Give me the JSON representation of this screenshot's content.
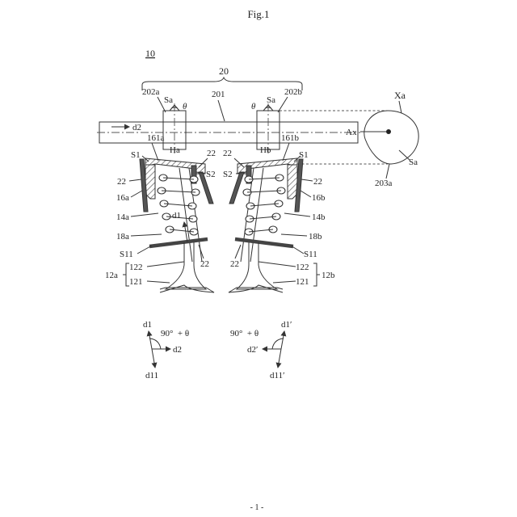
{
  "figure": {
    "title": "Fig.1",
    "page_number": "- 1 -"
  },
  "labels": {
    "assembly": "10",
    "camshaft_group": "20",
    "camshaft": "201",
    "cam_left": "202a",
    "cam_right": "202b",
    "sa_left": "Sa",
    "sa_right": "Sa",
    "theta_left": "θ",
    "theta_right": "θ",
    "d2_top": "d2",
    "ax": "Ax",
    "xa": "Xa",
    "sa_cam": "Sa",
    "cam_nose": "203a",
    "retainer_left": "161a",
    "retainer_right": "161b",
    "ha": "Ha",
    "hb": "Hb",
    "s1_left": "S1",
    "s1_right": "S1",
    "g22_a": "22",
    "g22_b": "22",
    "s2_left": "S2",
    "s2_right": "S2",
    "g22_c": "22",
    "g22_d": "22",
    "guide_left": "16a",
    "guide_right": "16b",
    "spring_left": "14a",
    "spring_right": "14b",
    "d1_mid": "d1",
    "seat_left": "18a",
    "seat_right": "18b",
    "s11_left": "S11",
    "s11_right": "S11",
    "g22_e": "22",
    "g22_f": "22",
    "valve_left": "12a",
    "valve_right": "12b",
    "stem_left": "122",
    "stem_right": "122",
    "head_left": "121",
    "head_right": "121"
  },
  "vectors_left": {
    "d1": "d1",
    "angle": "90°  + θ",
    "d2": "d2",
    "d11": "d11"
  },
  "vectors_right": {
    "d1": "d1′",
    "angle": "90°  + θ",
    "d2": "d2′",
    "d11": "d11′"
  }
}
